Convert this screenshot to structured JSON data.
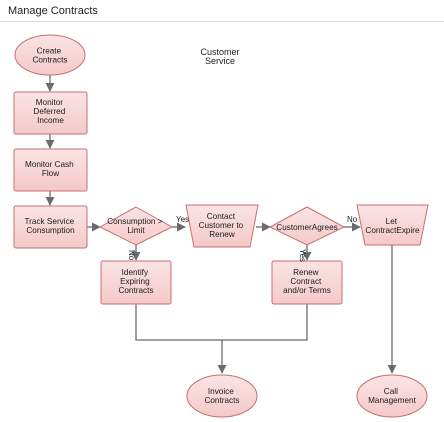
{
  "page_title": "Manage Contracts",
  "lane_label": [
    "Customer",
    "Service"
  ],
  "colors": {
    "node_fill": "#f4c9c9",
    "node_fill_light": "#fbe4e4",
    "node_stroke": "#c76f6f",
    "edge": "#6b6b6b"
  },
  "nodes": [
    {
      "id": "create-contracts",
      "shape": "ellipse",
      "lines": [
        "Create",
        "Contracts"
      ]
    },
    {
      "id": "monitor-deferred",
      "shape": "rect",
      "lines": [
        "Monitor",
        "Deferred",
        "Income"
      ]
    },
    {
      "id": "monitor-cash-flow",
      "shape": "rect",
      "lines": [
        "Monitor Cash",
        "Flow"
      ]
    },
    {
      "id": "track-service",
      "shape": "rect",
      "lines": [
        "Track Service",
        "Consumption"
      ]
    },
    {
      "id": "consumption-limit",
      "shape": "diamond",
      "lines": [
        "Consumption >",
        "Limit"
      ]
    },
    {
      "id": "contact-customer",
      "shape": "trapezoid",
      "lines": [
        "Contact",
        "Customer to",
        "Renew"
      ]
    },
    {
      "id": "customer-agrees",
      "shape": "diamond",
      "lines": [
        "CustomerAgrees"
      ]
    },
    {
      "id": "let-contract-expire",
      "shape": "trapezoid",
      "lines": [
        "Let",
        "ContractExpire"
      ]
    },
    {
      "id": "identify-expiring",
      "shape": "rect",
      "lines": [
        "Identify",
        "Expiring",
        "Contracts"
      ]
    },
    {
      "id": "renew-contract",
      "shape": "rect",
      "lines": [
        "Renew",
        "Contract",
        "and/or Terms"
      ]
    },
    {
      "id": "invoice-contracts",
      "shape": "ellipse",
      "lines": [
        "Invoice",
        "Contracts"
      ]
    },
    {
      "id": "call-management",
      "shape": "ellipse",
      "lines": [
        "Call",
        "Management"
      ]
    }
  ],
  "edge_labels": {
    "consumption_yes": "Yes",
    "consumption_no": "No",
    "agrees_yes": "Yes",
    "agrees_no": "No"
  }
}
